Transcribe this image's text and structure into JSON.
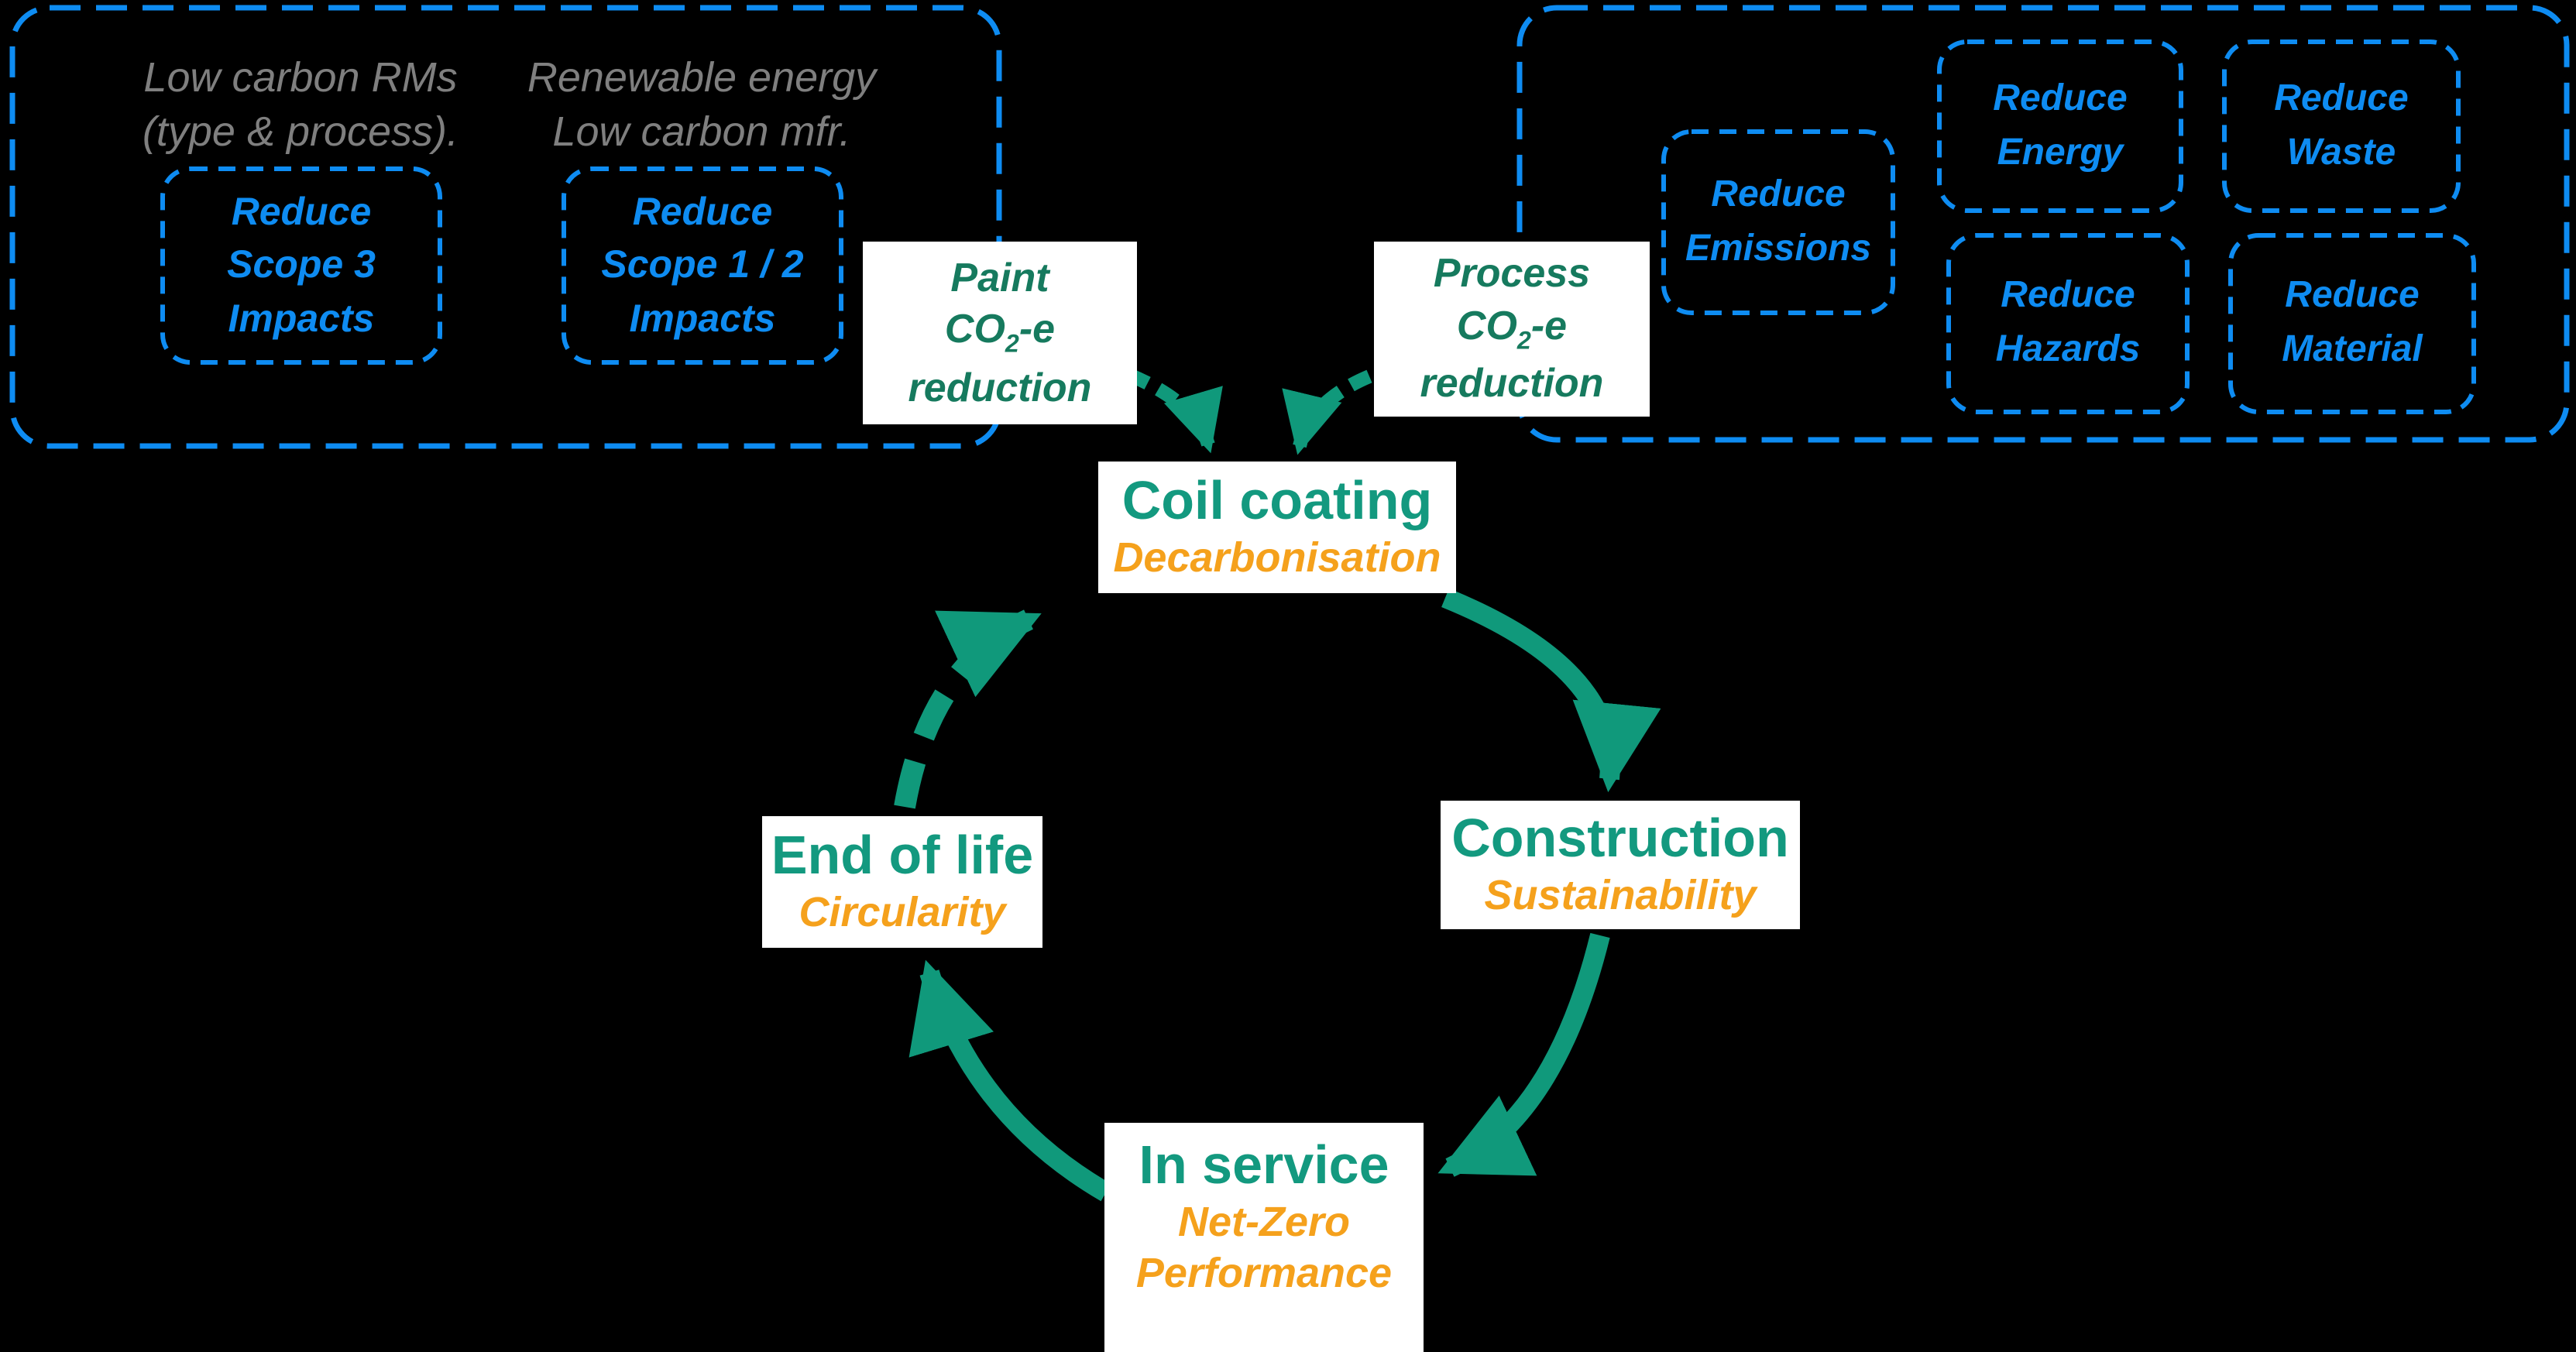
{
  "colors": {
    "background": "#000000",
    "accent_blue": "#0e8cf2",
    "teal_arrow": "#10997b",
    "stage_title_green": "#13997f",
    "callout_text_green": "#167a5e",
    "subtitle_orange": "#f5a11c",
    "caption_gray": "#7f7f7f",
    "box_white": "#ffffff"
  },
  "left_panel": {
    "groups": [
      {
        "caption_lines": [
          "Low carbon RMs",
          "(type & process)."
        ],
        "box_lines": [
          "Reduce",
          "Scope 3",
          "Impacts"
        ]
      },
      {
        "caption_lines": [
          "Renewable energy",
          "Low carbon mfr."
        ],
        "box_lines": [
          "Reduce",
          "Scope 1 / 2",
          "Impacts"
        ]
      }
    ]
  },
  "right_panel": {
    "boxes": [
      {
        "lines": [
          "Reduce",
          "Emissions"
        ]
      },
      {
        "lines": [
          "Reduce",
          "Energy"
        ]
      },
      {
        "lines": [
          "Reduce",
          "Waste"
        ]
      },
      {
        "lines": [
          "Reduce",
          "Hazards"
        ]
      },
      {
        "lines": [
          "Reduce",
          "Material"
        ]
      }
    ]
  },
  "callouts": {
    "paint": {
      "top": "Paint",
      "mid_main": "CO",
      "mid_sub": "2",
      "mid_tail": "-e",
      "bottom": "reduction"
    },
    "process": {
      "top": "Process",
      "mid_main": "CO",
      "mid_sub": "2",
      "mid_tail": "-e",
      "bottom": "reduction"
    }
  },
  "cycle": {
    "stages": [
      {
        "title": "Coil coating",
        "subtitle_lines": [
          "Decarbonisation"
        ]
      },
      {
        "title": "Construction",
        "subtitle_lines": [
          "Sustainability"
        ]
      },
      {
        "title": "In service",
        "subtitle_lines": [
          "Net-Zero",
          "Performance"
        ]
      },
      {
        "title": "End of life",
        "subtitle_lines": [
          "Circularity"
        ]
      }
    ]
  }
}
